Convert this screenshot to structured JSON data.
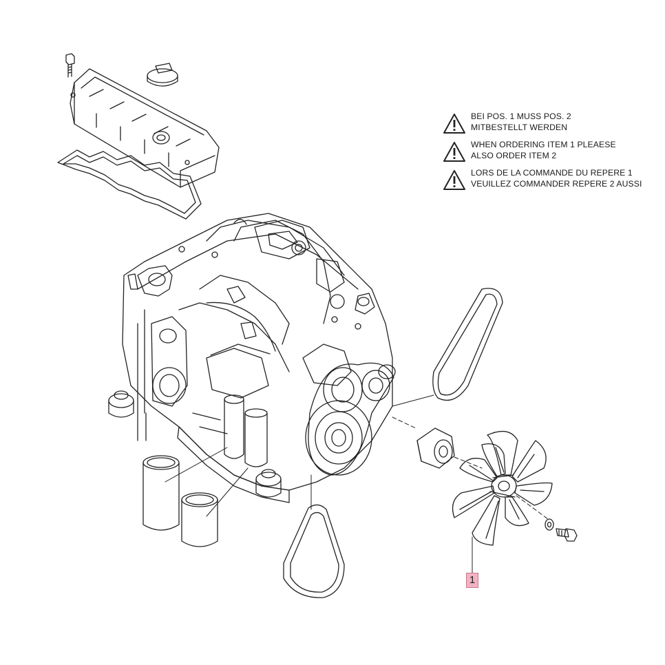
{
  "warnings": [
    {
      "icon": "warning-triangle-icon",
      "lines": [
        "BEI POS. 1 MUSS POS. 2",
        "MITBESTELLT WERDEN"
      ]
    },
    {
      "icon": "warning-triangle-icon",
      "lines": [
        "WHEN ORDERING ITEM 1 PLEAESE",
        "ALSO ORDER ITEM 2"
      ]
    },
    {
      "icon": "warning-triangle-icon",
      "lines": [
        "LORS DE LA COMMANDE DU REPERE 1",
        "VEUILLEZ COMMANDER REPERE 2 AUSSI"
      ]
    }
  ],
  "callouts": [
    {
      "label": "1",
      "color": "#f2b2c2"
    }
  ]
}
